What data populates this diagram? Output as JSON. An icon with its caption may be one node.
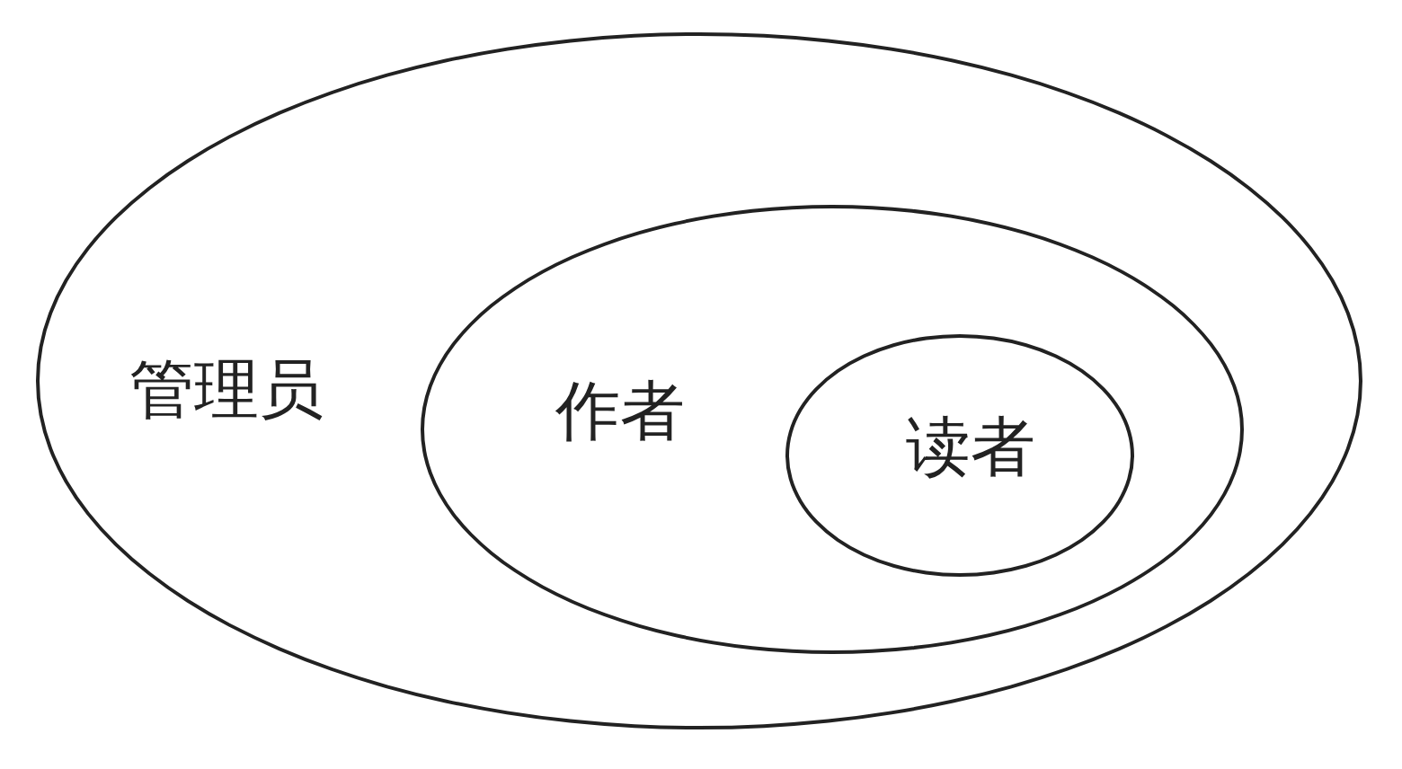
{
  "diagram": {
    "nodes": [
      {
        "text": [
          "管理员"
        ]
      },
      {
        "text": [
          "作者"
        ],
        "in": 0
      },
      {
        "text": [
          "读者"
        ],
        "in": 1
      }
    ]
  }
}
